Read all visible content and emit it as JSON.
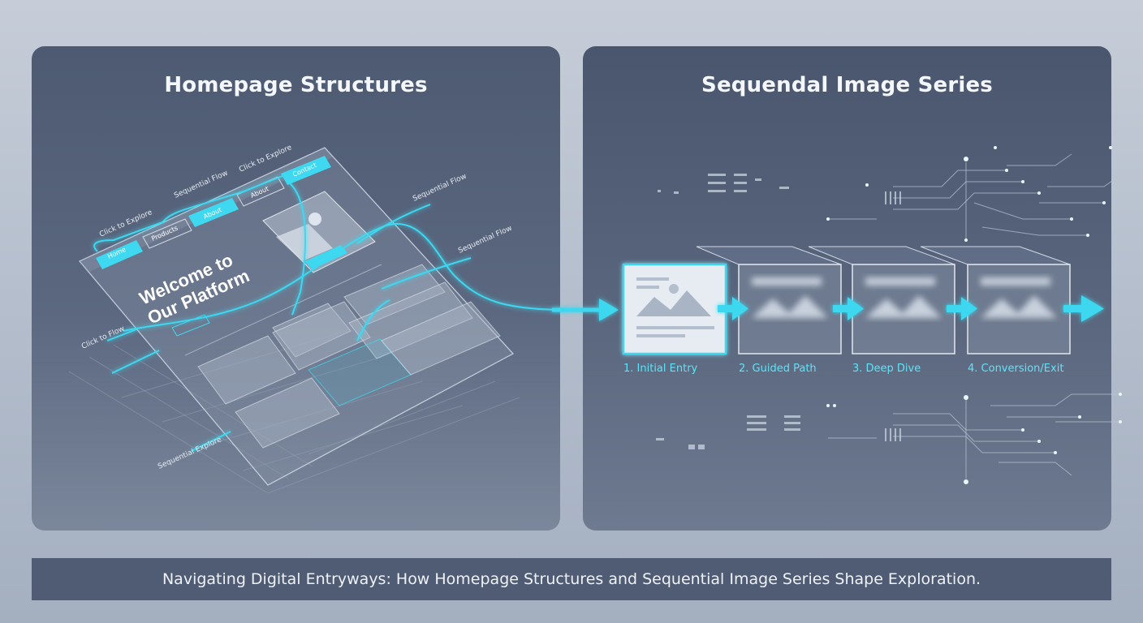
{
  "left_panel": {
    "title": "Homepage Structures"
  },
  "right_panel": {
    "title": "Sequendal Image Series"
  },
  "wireframe": {
    "hero_line1": "Welcome to",
    "hero_line2": "Our Platform",
    "nav": [
      "Home",
      "Products",
      "About",
      "About",
      "Contact"
    ],
    "annotations": {
      "click_to_explore_left": "Click to Explore",
      "sequential_flow_top": "Sequential Flow",
      "click_to_explore_top": "Click to Explore",
      "sequential_flow_right_1": "Sequential Flow",
      "sequential_flow_right_2": "Sequential Flow",
      "click_to_flow": "Click to Flow",
      "sequential_explore": "Sequential Explore"
    }
  },
  "steps": [
    "1. Initial Entry",
    "2. Guided Path",
    "3. Deep Dive",
    "4. Conversion/Exit"
  ],
  "caption": "Navigating Digital Entryways: How Homepage Structures and Sequential Image Series Shape Exploration.",
  "colors": {
    "accent": "#3ed8f0",
    "panel": "#556279",
    "caption_bg": "#4f5c74"
  }
}
